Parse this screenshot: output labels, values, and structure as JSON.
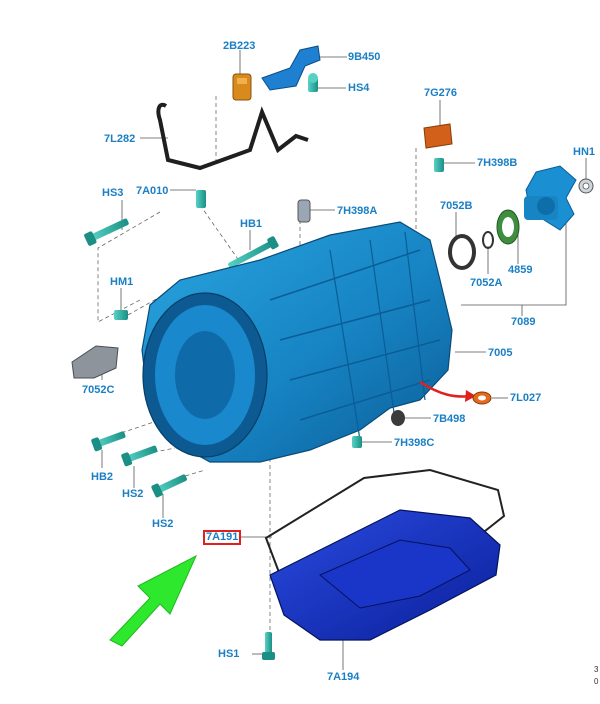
{
  "diagram": {
    "highlight_color": "#e0201c",
    "label_color": "#1a7fc4",
    "arrow_color": "#2ee82e",
    "labels": {
      "p2B223": "2B223",
      "p9B450": "9B450",
      "pHS4": "HS4",
      "p7G276": "7G276",
      "p7L282": "7L282",
      "pHN1": "HN1",
      "p7H398B": "7H398B",
      "pHS3": "HS3",
      "p7A010": "7A010",
      "p7H398A": "7H398A",
      "p7052B": "7052B",
      "pHB1": "HB1",
      "p4859": "4859",
      "p7052A": "7052A",
      "pHM1": "HM1",
      "p7089": "7089",
      "p7005": "7005",
      "p7052C": "7052C",
      "p7L027": "7L027",
      "p7B498": "7B498",
      "p7H398C": "7H398C",
      "pHB2": "HB2",
      "pHS2a": "HS2",
      "pHS2b": "HS2",
      "p7A191": "7A191",
      "pHS1": "HS1",
      "p7A194": "7A194"
    },
    "highlighted_part": "7A191",
    "corner_text": [
      "3",
      "0"
    ]
  }
}
